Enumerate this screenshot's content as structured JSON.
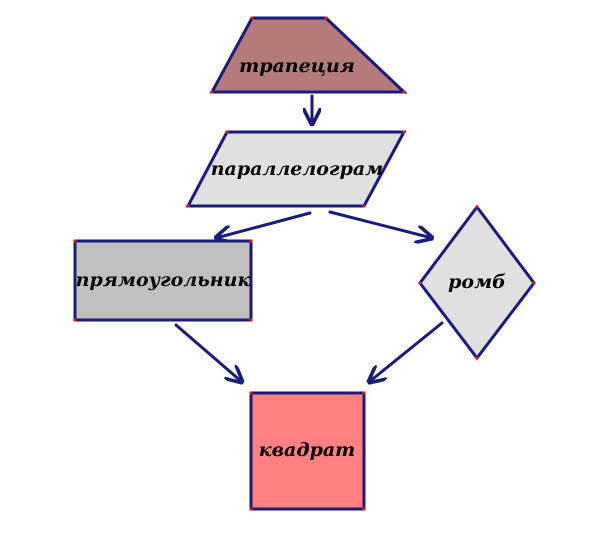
{
  "diagram": {
    "nodes": {
      "trapezoid": {
        "label": "трапеция",
        "fill": "#b57a7a"
      },
      "parallelogram": {
        "label": "параллелограм",
        "fill": "#e0e0e0"
      },
      "rectangle": {
        "label": "прямоугольник",
        "fill": "#c0c0c0"
      },
      "rhombus": {
        "label": "ромб",
        "fill": "#e0e0e0"
      },
      "square": {
        "label": "квадрат",
        "fill": "#ff8080"
      }
    },
    "edges": [
      {
        "from": "trapezoid",
        "to": "parallelogram"
      },
      {
        "from": "parallelogram",
        "to": "rectangle"
      },
      {
        "from": "parallelogram",
        "to": "rhombus"
      },
      {
        "from": "rectangle",
        "to": "square"
      },
      {
        "from": "rhombus",
        "to": "square"
      }
    ],
    "colors": {
      "stroke": "#1a1a7a",
      "vertex_dot": "#cc2222"
    }
  }
}
